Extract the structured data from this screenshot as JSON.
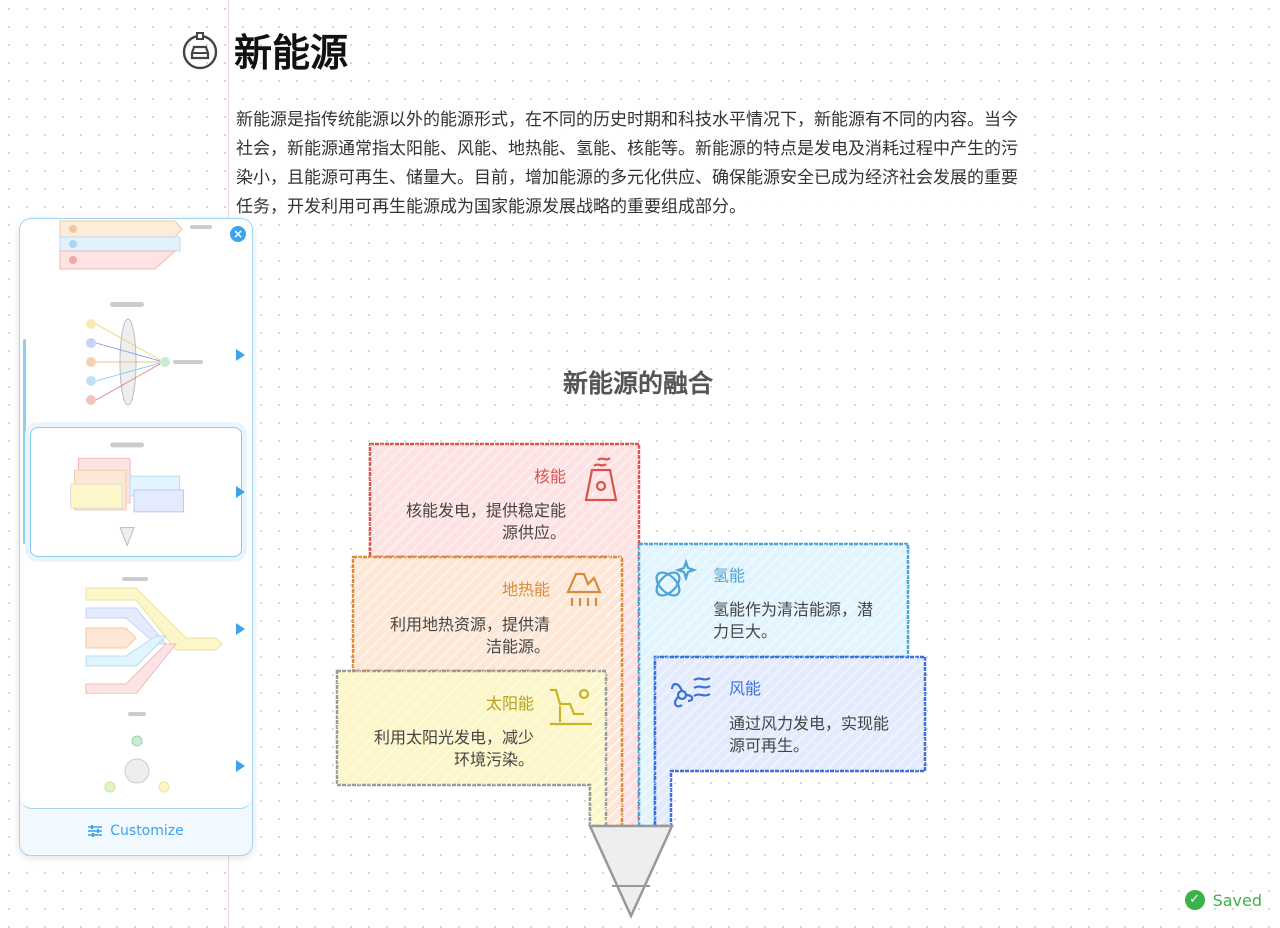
{
  "page": {
    "title": "新能源",
    "title_icon": "ev-charging-icon",
    "intro": "新能源是指传统能源以外的能源形式，在不同的历史时期和科技水平情况下，新能源有不同的内容。当今社会，新能源通常指太阳能、风能、地热能、氢能、核能等。新能源的特点是发电及消耗过程中产生的污染小，且能源可再生、储量大。目前，增加能源的多元化供应、确保能源安全已成为经济社会发展的重要任务，开发利用可再生能源成为国家能源发展战略的重要组成部分。"
  },
  "diagram": {
    "title": "新能源的融合",
    "items": [
      {
        "label": "核能",
        "desc_l1": "核能发电，提供稳定能",
        "desc_l2": "源供应。",
        "color": "#d9534f",
        "icon": "nuclear-plant-icon"
      },
      {
        "label": "地热能",
        "desc_l1": "利用地热资源，提供清",
        "desc_l2": "洁能源。",
        "color": "#d98a3a",
        "icon": "geothermal-icon"
      },
      {
        "label": "太阳能",
        "desc_l1": "利用太阳光发电，减少",
        "desc_l2": "环境污染。",
        "color": "#c9b32a",
        "icon": "solar-icon"
      },
      {
        "label": "氢能",
        "desc_l1": "氢能作为清洁能源，潜",
        "desc_l2": "力巨大。",
        "color": "#4ba3d6",
        "icon": "hydrogen-icon"
      },
      {
        "label": "风能",
        "desc_l1": "通过风力发电，实现能",
        "desc_l2": "源可再生。",
        "color": "#3b6fd9",
        "icon": "wind-icon"
      }
    ]
  },
  "panel": {
    "customize_label": "Customize",
    "selected_index": 2
  },
  "status": {
    "saved_label": "Saved"
  }
}
